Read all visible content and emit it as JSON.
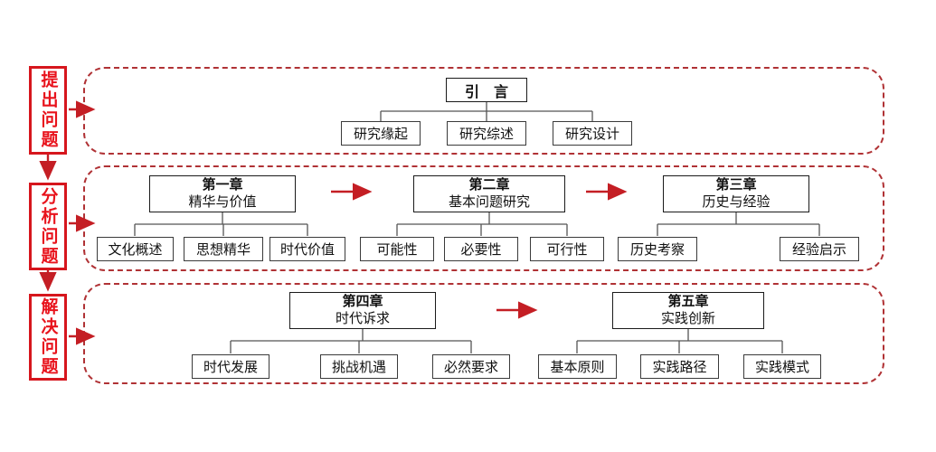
{
  "colors": {
    "phase_text_red": "#e8131c",
    "phase_border_red": "#d6161d",
    "dashed_border_red": "#b03235",
    "arrow_red": "#c41e24",
    "box_border_black": "#1a1a1a",
    "connector_gray": "#555555",
    "background": "#ffffff"
  },
  "phases": [
    {
      "label": "提出问题"
    },
    {
      "label": "分析问题"
    },
    {
      "label": "解决问题"
    }
  ],
  "sections": [
    {
      "name": "introduction",
      "root": {
        "label": "引　言"
      },
      "children": [
        {
          "label": "研究缘起"
        },
        {
          "label": "研究综述"
        },
        {
          "label": "研究设计"
        }
      ]
    },
    {
      "name": "analysis",
      "chapters": [
        {
          "title": "第一章",
          "subtitle": "精华与价值",
          "children": [
            {
              "label": "文化概述"
            },
            {
              "label": "思想精华"
            },
            {
              "label": "时代价值"
            }
          ]
        },
        {
          "title": "第二章",
          "subtitle": "基本问题研究",
          "children": [
            {
              "label": "可能性"
            },
            {
              "label": "必要性"
            },
            {
              "label": "可行性"
            }
          ]
        },
        {
          "title": "第三章",
          "subtitle": "历史与经验",
          "children": [
            {
              "label": "历史考察"
            },
            {
              "label": "经验启示"
            }
          ]
        }
      ]
    },
    {
      "name": "solution",
      "chapters": [
        {
          "title": "第四章",
          "subtitle": "时代诉求",
          "children": [
            {
              "label": "时代发展"
            },
            {
              "label": "挑战机遇"
            },
            {
              "label": "必然要求"
            }
          ]
        },
        {
          "title": "第五章",
          "subtitle": "实践创新",
          "children": [
            {
              "label": "基本原则"
            },
            {
              "label": "实践路径"
            },
            {
              "label": "实践模式"
            }
          ]
        }
      ]
    }
  ]
}
